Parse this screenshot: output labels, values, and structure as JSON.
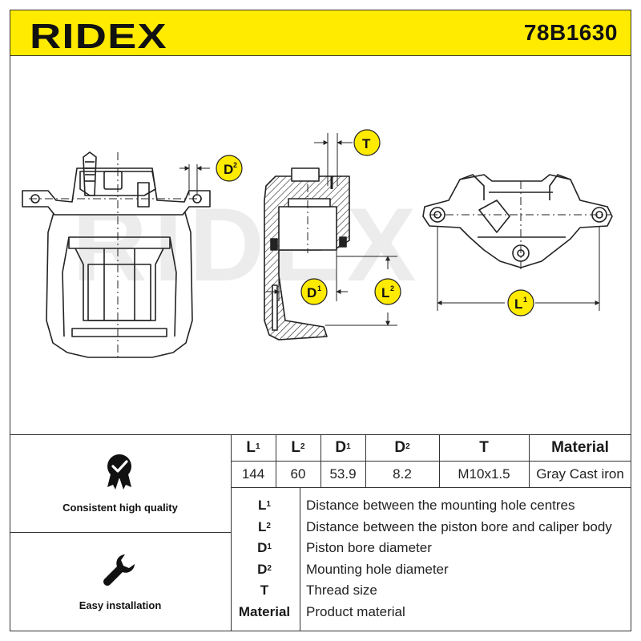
{
  "header": {
    "brand": "RIDEX",
    "part_number": "78B1630"
  },
  "drawing": {
    "callouts": {
      "l1": {
        "base": "L",
        "sup": "1"
      },
      "l2": {
        "base": "L",
        "sup": "2"
      },
      "d1": {
        "base": "D",
        "sup": "1"
      },
      "d2": {
        "base": "D",
        "sup": "2"
      },
      "t": {
        "base": "T",
        "sup": ""
      }
    },
    "watermark": "RIDEX"
  },
  "features": [
    {
      "label": "Consistent high quality",
      "icon": "quality-badge-icon"
    },
    {
      "label": "Easy installation",
      "icon": "wrench-icon"
    }
  ],
  "specs": {
    "headers": [
      {
        "base": "L",
        "sup": "1"
      },
      {
        "base": "L",
        "sup": "2"
      },
      {
        "base": "D",
        "sup": "1"
      },
      {
        "base": "D",
        "sup": "2"
      },
      {
        "base": "T",
        "sup": ""
      },
      {
        "base": "Material",
        "sup": ""
      }
    ],
    "values": [
      "144",
      "60",
      "53.9",
      "8.2",
      "M10x1.5",
      "Gray Cast iron"
    ]
  },
  "legend": [
    {
      "key": "L",
      "sup": "1",
      "text": "Distance between the mounting hole centres"
    },
    {
      "key": "L",
      "sup": "2",
      "text": "Distance between the piston bore and caliper body"
    },
    {
      "key": "D",
      "sup": "1",
      "text": "Piston bore diameter"
    },
    {
      "key": "D",
      "sup": "2",
      "text": "Mounting hole diameter"
    },
    {
      "key": "T",
      "sup": "",
      "text": "Thread size"
    },
    {
      "key": "Material",
      "sup": "",
      "text": "Product material"
    }
  ],
  "colors": {
    "brand_yellow": "#ffeb00",
    "ink": "#1a1a1a",
    "watermark": "#e6e6e6"
  }
}
